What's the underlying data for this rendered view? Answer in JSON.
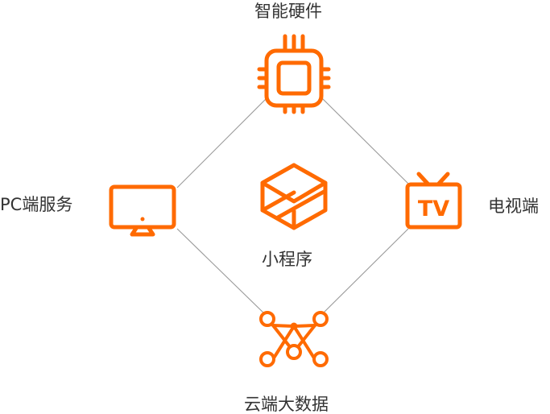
{
  "colors": {
    "accent": "#FF6A00",
    "connector": "#9A9A9A",
    "text": "#333333"
  },
  "nodes": {
    "top": {
      "label": "智能硬件",
      "icon": "chip-icon"
    },
    "left": {
      "label": "PC端服务",
      "icon": "monitor-icon"
    },
    "right": {
      "label": "电视端",
      "icon": "tv-icon"
    },
    "bottom": {
      "label": "云端大数据",
      "icon": "network-nodes-icon"
    },
    "center": {
      "label": "小程序",
      "icon": "mini-program-hexagon-icon"
    }
  },
  "icons": {
    "tv_text": "TV"
  }
}
